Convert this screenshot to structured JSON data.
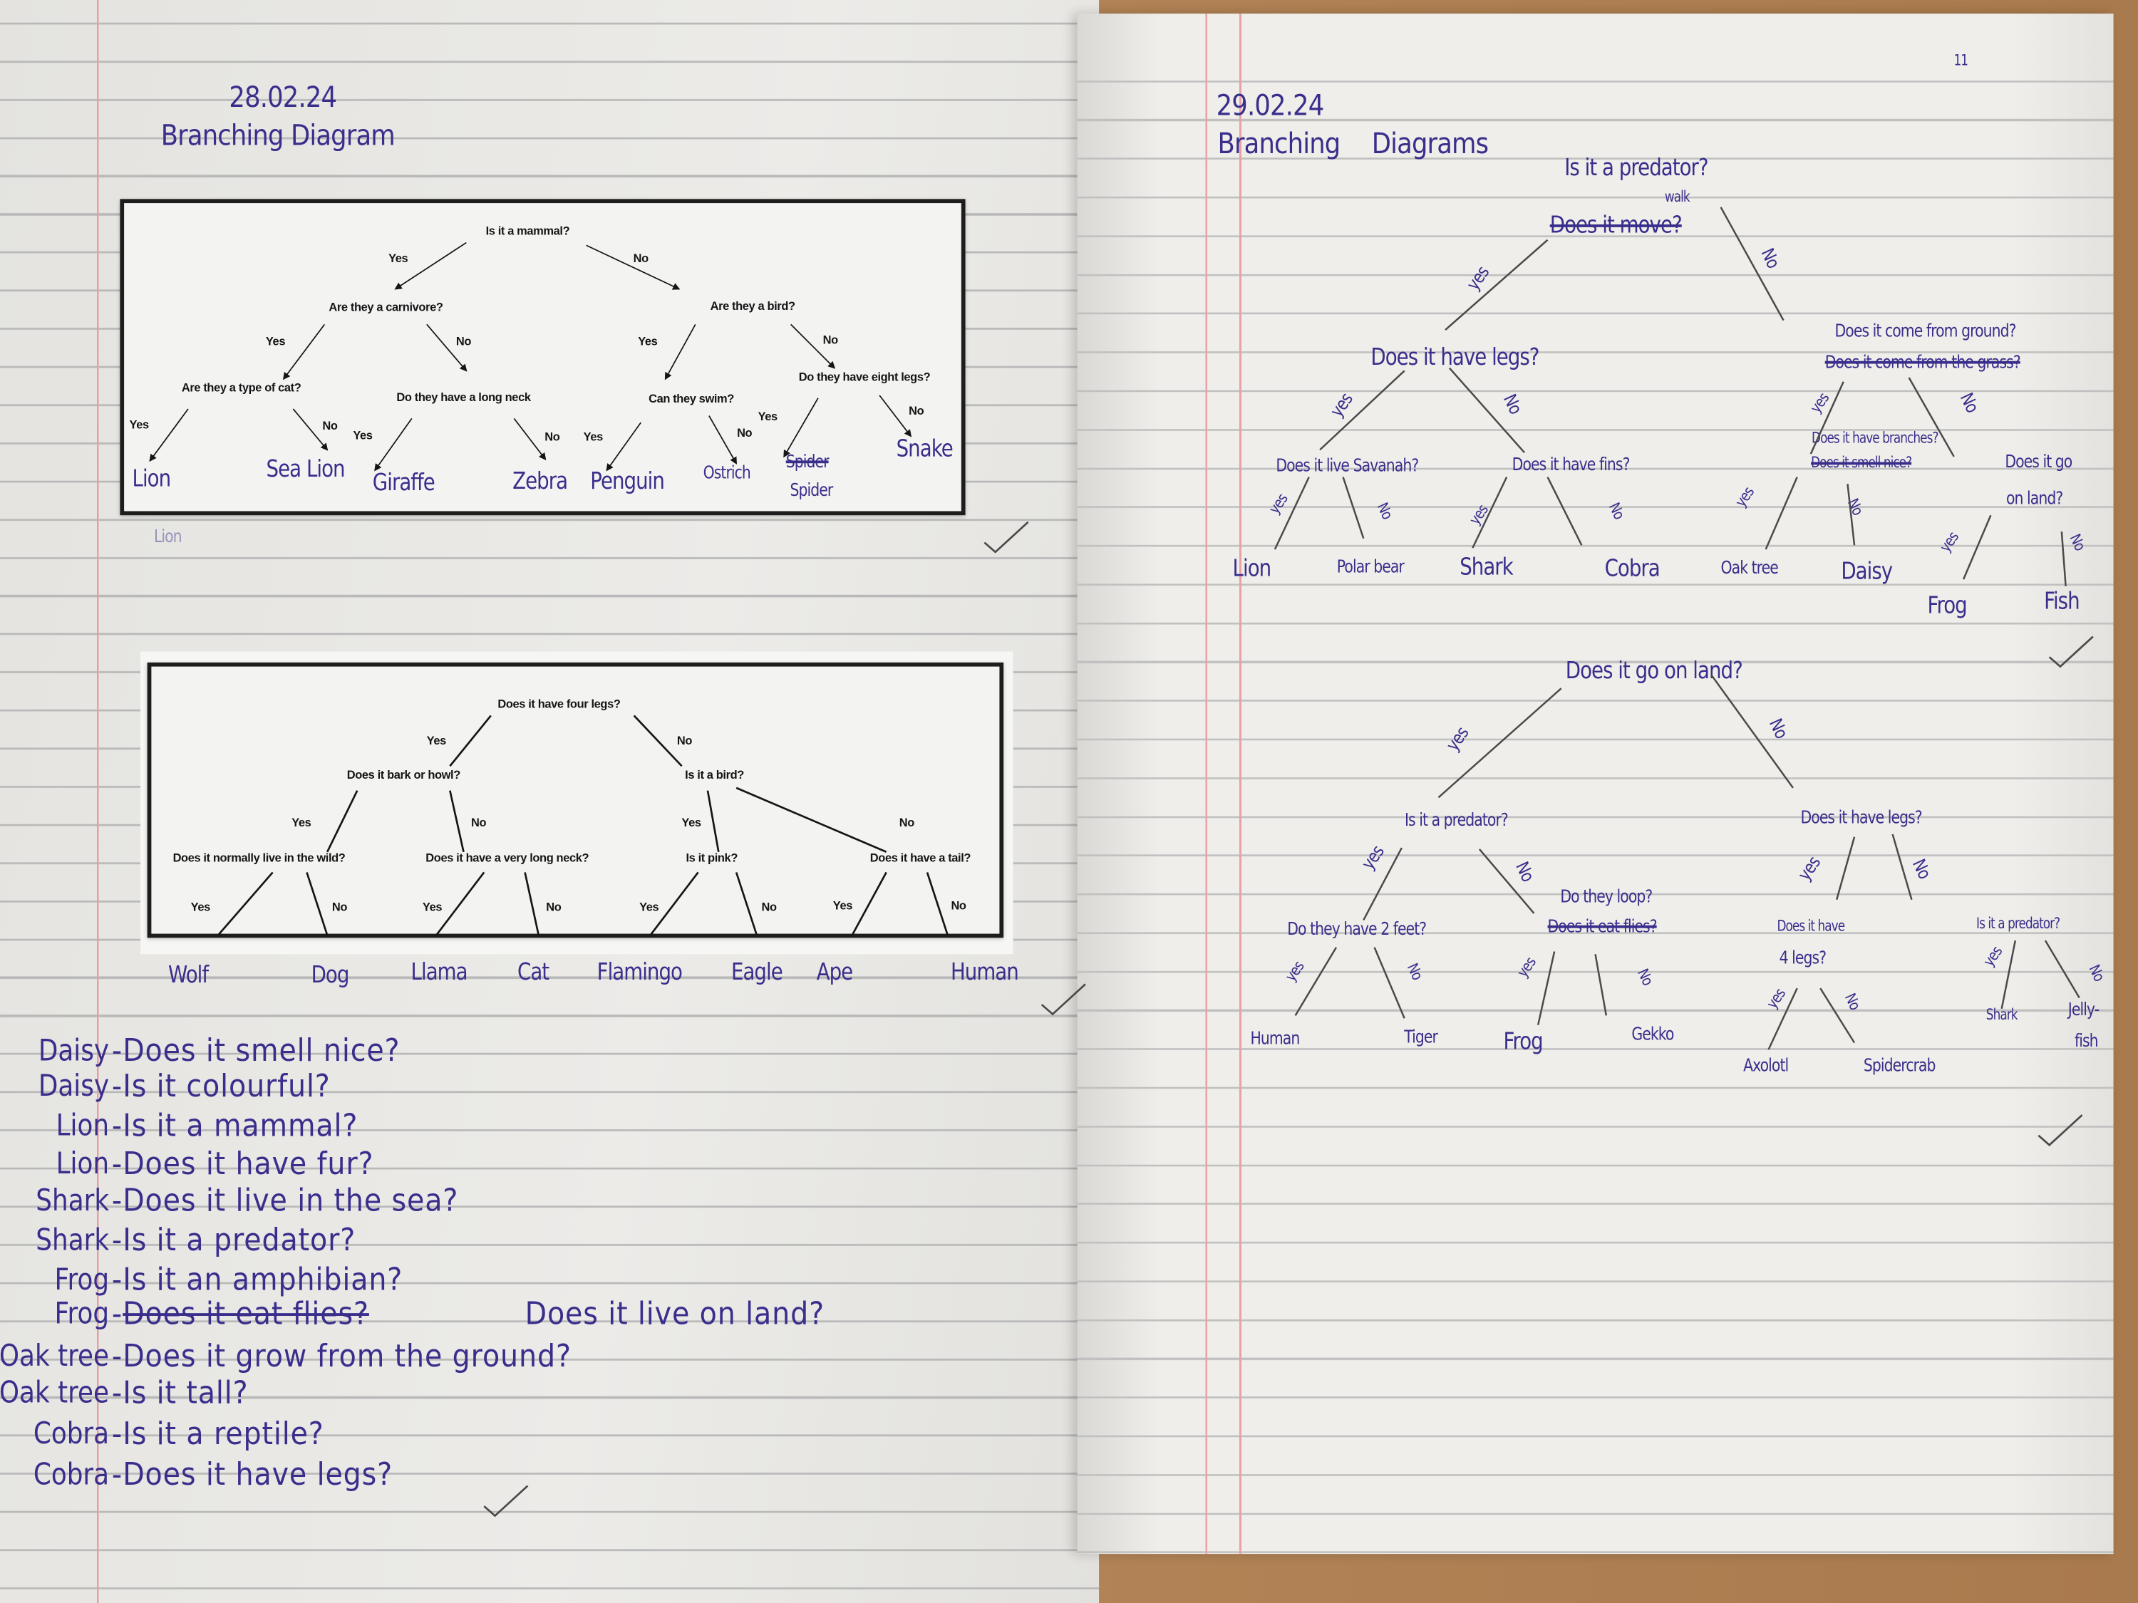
{
  "colors": {
    "ink": "#3a2e8c",
    "pencil": "#4a4a4a",
    "margin_red": "#e3a2a2"
  },
  "left_page": {
    "date": "28.02.24",
    "title": "Branching Diagram",
    "diagram1": {
      "yes": "Yes",
      "no": "No",
      "root": "Is it a mammal?",
      "carnivore": "Are they a carnivore?",
      "bird": "Are they a bird?",
      "cat": "Are they a type of cat?",
      "neck": "Do they have a long neck",
      "swim": "Can they swim?",
      "eight_legs": "Do they have eight legs?",
      "answers": [
        "Lion",
        "Sea Lion",
        "Giraffe",
        "Zebra",
        "Penguin",
        "Ostrich",
        "Spider",
        "Spider",
        "Snake"
      ],
      "below_note": "Lion"
    },
    "diagram2": {
      "yes": "Yes",
      "no": "No",
      "root": "Does it have four legs?",
      "bark": "Does it bark or howl?",
      "bird": "Is it a bird?",
      "wild": "Does it normally live in the wild?",
      "neck": "Does it have a very long neck?",
      "pink": "Is it pink?",
      "tail": "Does it have a tail?",
      "answers": [
        "Wolf",
        "Dog",
        "Llama",
        "Cat",
        "Flamingo",
        "Eagle",
        "Ape",
        "Human"
      ]
    },
    "questions": [
      {
        "animal": "Daisy",
        "question": "Does it smell nice?"
      },
      {
        "animal": "Daisy",
        "question": "Is it colourful?"
      },
      {
        "animal": "Lion",
        "question": "Is it a mammal?"
      },
      {
        "animal": "Lion",
        "question": "Does it have fur?"
      },
      {
        "animal": "Shark",
        "question": "Does it live in the sea?"
      },
      {
        "animal": "Shark",
        "question": "Is it a predator?"
      },
      {
        "animal": "Frog",
        "question": "Is it an amphibian?"
      },
      {
        "animal": "Frog",
        "question": "Does it eat flies?",
        "correction": "Does it live on land?"
      },
      {
        "animal": "Oak tree",
        "question": "Does it grow from the ground?"
      },
      {
        "animal": "Oak tree",
        "question": "Is it tall?"
      },
      {
        "animal": "Cobra",
        "question": "Is it a reptile?"
      },
      {
        "animal": "Cobra",
        "question": "Does it have legs?"
      }
    ]
  },
  "right_page": {
    "page_number": "11",
    "date": "29.02.24",
    "title_1": "Branching",
    "title_2": "Diagrams",
    "tree1": {
      "yes": "yes",
      "no": "No",
      "root": "Is it a predator?",
      "root_insert": "walk",
      "root_struck": "Does it move?",
      "legs": "Does it have legs?",
      "ground": "Does it come from ground?",
      "ground_struck": "Does it come from the grass?",
      "savanah": "Does it live Savanah?",
      "fins": "Does it have fins?",
      "branches": "Does it have branches?",
      "branches_struck": "Does it smell nice?",
      "land_1": "Does it go",
      "land_2": "on land?",
      "answers": [
        "Lion",
        "Polar bear",
        "Shark",
        "Cobra",
        "Oak tree",
        "Daisy",
        "Frog",
        "Fish"
      ]
    },
    "tree2": {
      "yes": "yes",
      "no": "No",
      "root": "Does it go on land?",
      "predator": "Is it a predator?",
      "legs": "Does it have legs?",
      "feet": "Do they have 2 feet?",
      "loop": "Do they loop?",
      "loop_struck": "Does it eat flies?",
      "four_legs_1": "Does it have",
      "four_legs_2": "4 legs?",
      "predator_2": "Is it a predator?",
      "answers": [
        "Human",
        "Tiger",
        "Frog",
        "Gekko",
        "Axolotl",
        "Spidercrab",
        "Shark",
        "Jelly-",
        "fish"
      ]
    }
  }
}
